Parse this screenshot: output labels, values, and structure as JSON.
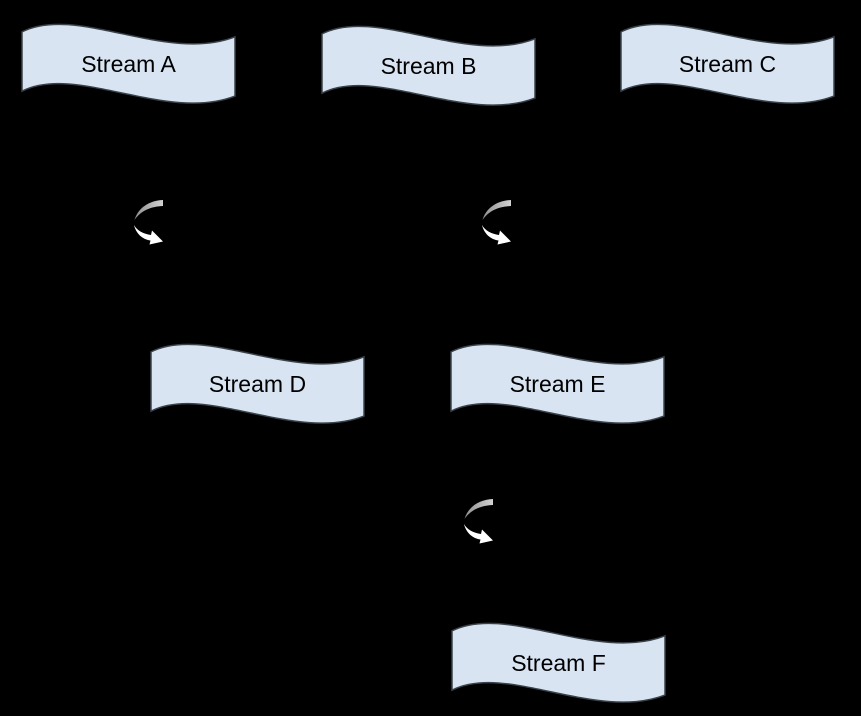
{
  "theme": {
    "canvas_bg": "#000000",
    "node_fill": "#d8e4f2",
    "node_stroke": "#39424a",
    "label_color": "#000000",
    "arrow_gray_light": "#d2d2d2",
    "arrow_gray_dark": "#8f8f8f",
    "arrow_white": "#ffffff"
  },
  "diagram": {
    "type": "flowchart",
    "node_shape": "wave-flag",
    "nodes": [
      {
        "id": "stream-a",
        "label": "Stream A"
      },
      {
        "id": "stream-b",
        "label": "Stream B"
      },
      {
        "id": "stream-c",
        "label": "Stream C"
      },
      {
        "id": "stream-d",
        "label": "Stream D"
      },
      {
        "id": "stream-e",
        "label": "Stream E"
      },
      {
        "id": "stream-f",
        "label": "Stream F"
      }
    ],
    "icons": [
      {
        "id": "loop-1",
        "name": "loop-arrow-icon"
      },
      {
        "id": "loop-2",
        "name": "loop-arrow-icon"
      },
      {
        "id": "loop-3",
        "name": "loop-arrow-icon"
      }
    ]
  }
}
